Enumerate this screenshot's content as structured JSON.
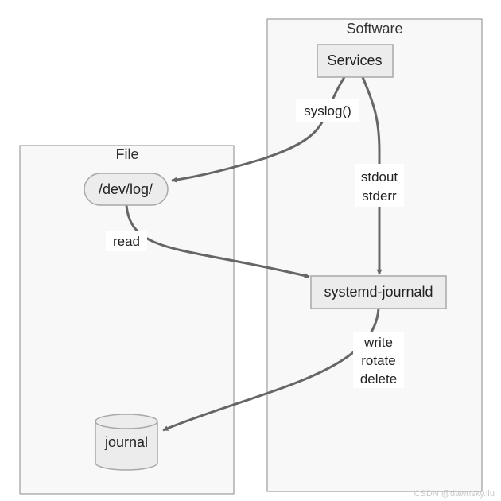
{
  "clusters": {
    "file": {
      "label": "File"
    },
    "software": {
      "label": "Software"
    }
  },
  "nodes": {
    "services": "Services",
    "devlog": "/dev/log/",
    "journald": "systemd-journald",
    "journal": "journal"
  },
  "edges": {
    "syslog": "syslog()",
    "stdout": "stdout",
    "stderr": "stderr",
    "read": "read",
    "write": "write",
    "rotate": "rotate",
    "delete": "delete"
  },
  "watermark": "CSDN @dawnsky.liu",
  "colors": {
    "cluster_fill": "#f8f8f8",
    "cluster_stroke": "#8a8a8a",
    "node_fill": "#ececec",
    "node_stroke": "#a8a8a8",
    "edge": "#666666"
  }
}
